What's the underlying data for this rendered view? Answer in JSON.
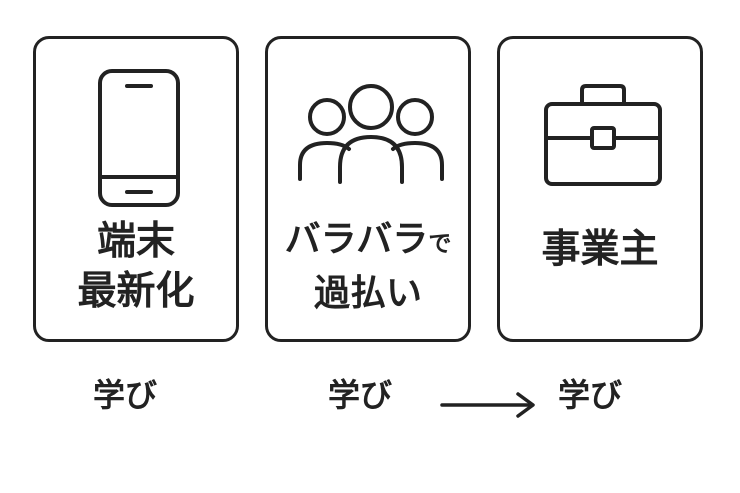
{
  "cards": [
    {
      "title_lines": [
        "端末",
        "最新化"
      ],
      "icon": "smartphone-icon"
    },
    {
      "title_line_1_main": "バラバラ",
      "title_line_1_small": "で",
      "title_line_2": "過払い",
      "icon": "people-group-icon"
    },
    {
      "title_lines": [
        "事業主"
      ],
      "icon": "briefcase-icon"
    }
  ],
  "captions": [
    "学び",
    "学び",
    "学び"
  ],
  "arrow": {
    "icon": "arrow-right-icon",
    "color": "#222222"
  },
  "colors": {
    "stroke": "#222222",
    "background": "#ffffff"
  }
}
